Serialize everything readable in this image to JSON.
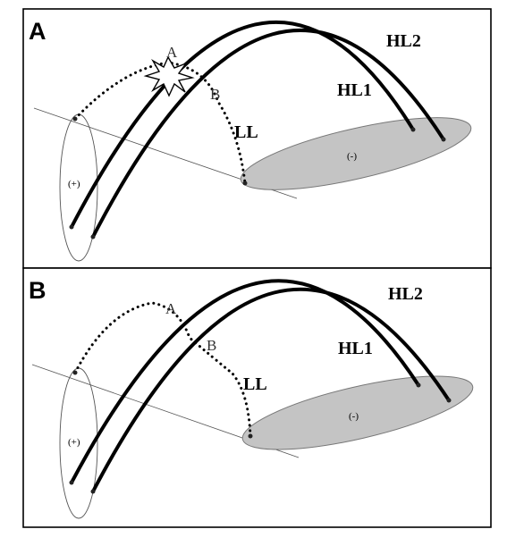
{
  "panels": [
    {
      "letter": "A",
      "labels": {
        "hl2": "HL2",
        "hl1": "HL1",
        "ll": "LL",
        "point_a": "A",
        "point_b": "B",
        "positive": "(+)",
        "negative": "(-)"
      },
      "has_reconnection_burst": true
    },
    {
      "letter": "B",
      "labels": {
        "hl2": "HL2",
        "hl1": "HL1",
        "ll": "LL",
        "point_a": "A",
        "point_b": "B",
        "positive": "(+)",
        "negative": "(-)"
      },
      "has_reconnection_burst": false
    }
  ],
  "colors": {
    "frame": "#000000",
    "loops": "#000000",
    "negative_region_fill": "#c4c4c4",
    "background": "#ffffff"
  }
}
